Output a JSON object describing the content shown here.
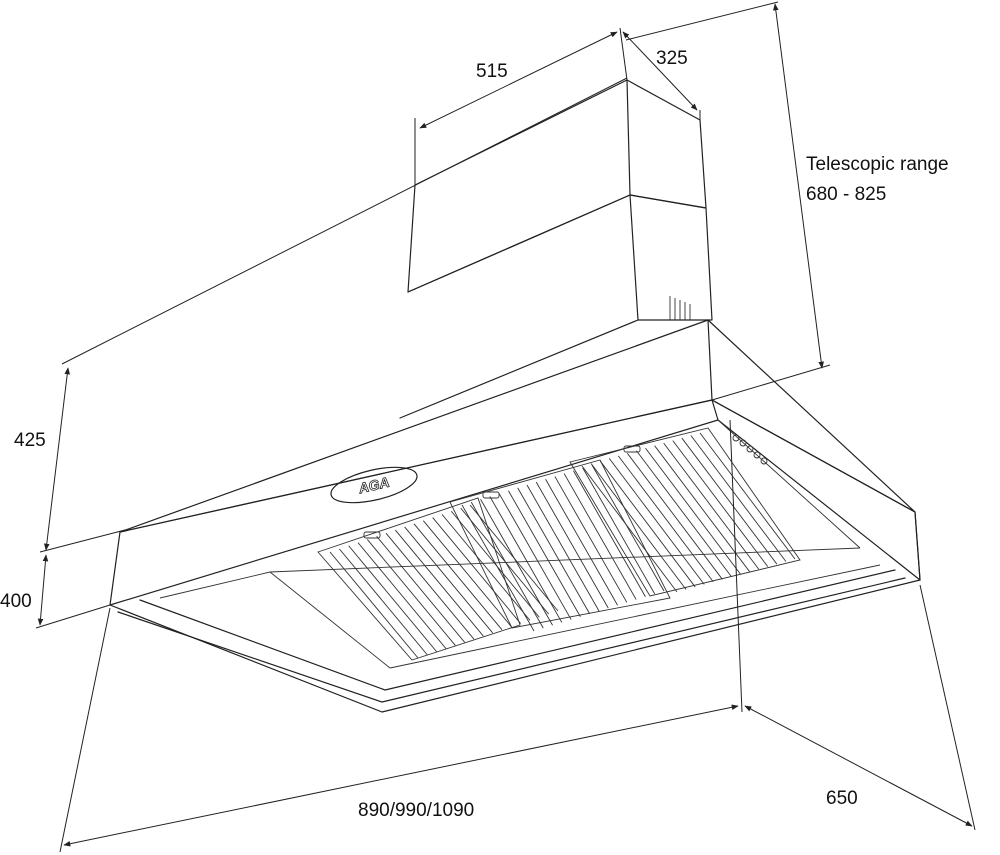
{
  "labels": {
    "depth_top": "325",
    "width_top": "515",
    "telescopic_line1": "Telescopic range",
    "telescopic_line2": "680 - 825",
    "canopy_height": "425",
    "lower_height": "400",
    "width_options": "890/990/1090",
    "depth_bottom": "650",
    "brand_logo": "AGA"
  },
  "colors": {
    "line": "#222222",
    "background": "#ffffff"
  }
}
